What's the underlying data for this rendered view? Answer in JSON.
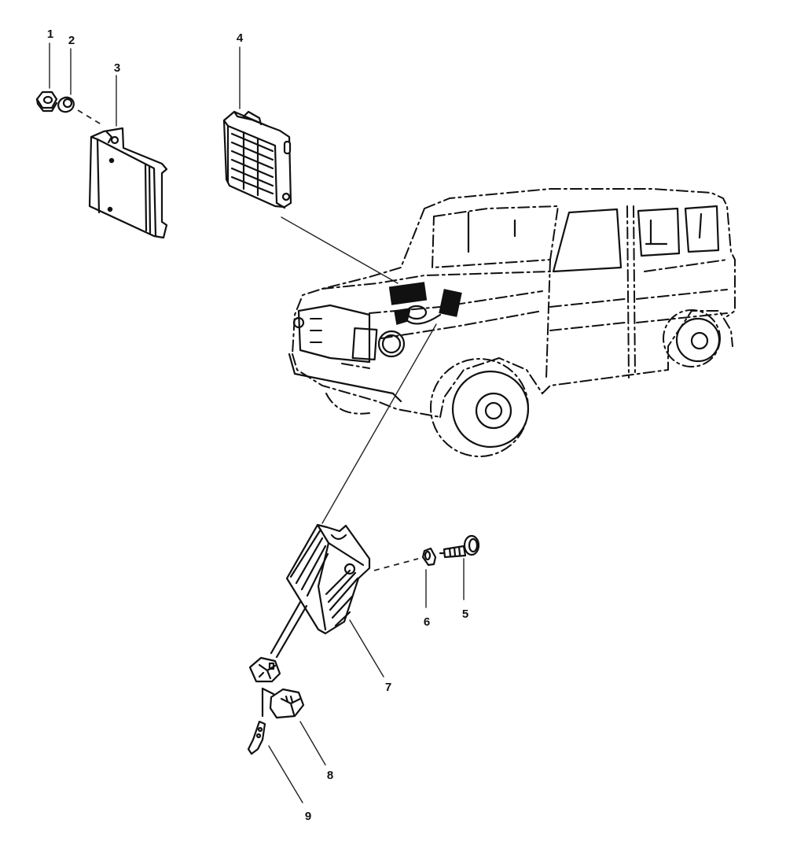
{
  "diagram": {
    "type": "exploded-parts-diagram",
    "subject": "Off-road vehicle control unit assembly",
    "callouts": [
      {
        "id": "1",
        "label": "1",
        "part": "nut"
      },
      {
        "id": "2",
        "label": "2",
        "part": "washer"
      },
      {
        "id": "3",
        "label": "3",
        "part": "mounting bracket"
      },
      {
        "id": "4",
        "label": "4",
        "part": "control unit"
      },
      {
        "id": "5",
        "label": "5",
        "part": "screw"
      },
      {
        "id": "6",
        "label": "6",
        "part": "washer"
      },
      {
        "id": "7",
        "label": "7",
        "part": "relay / control module"
      },
      {
        "id": "8",
        "label": "8",
        "part": "connector housing"
      },
      {
        "id": "9",
        "label": "9",
        "part": "terminal contact"
      }
    ]
  }
}
